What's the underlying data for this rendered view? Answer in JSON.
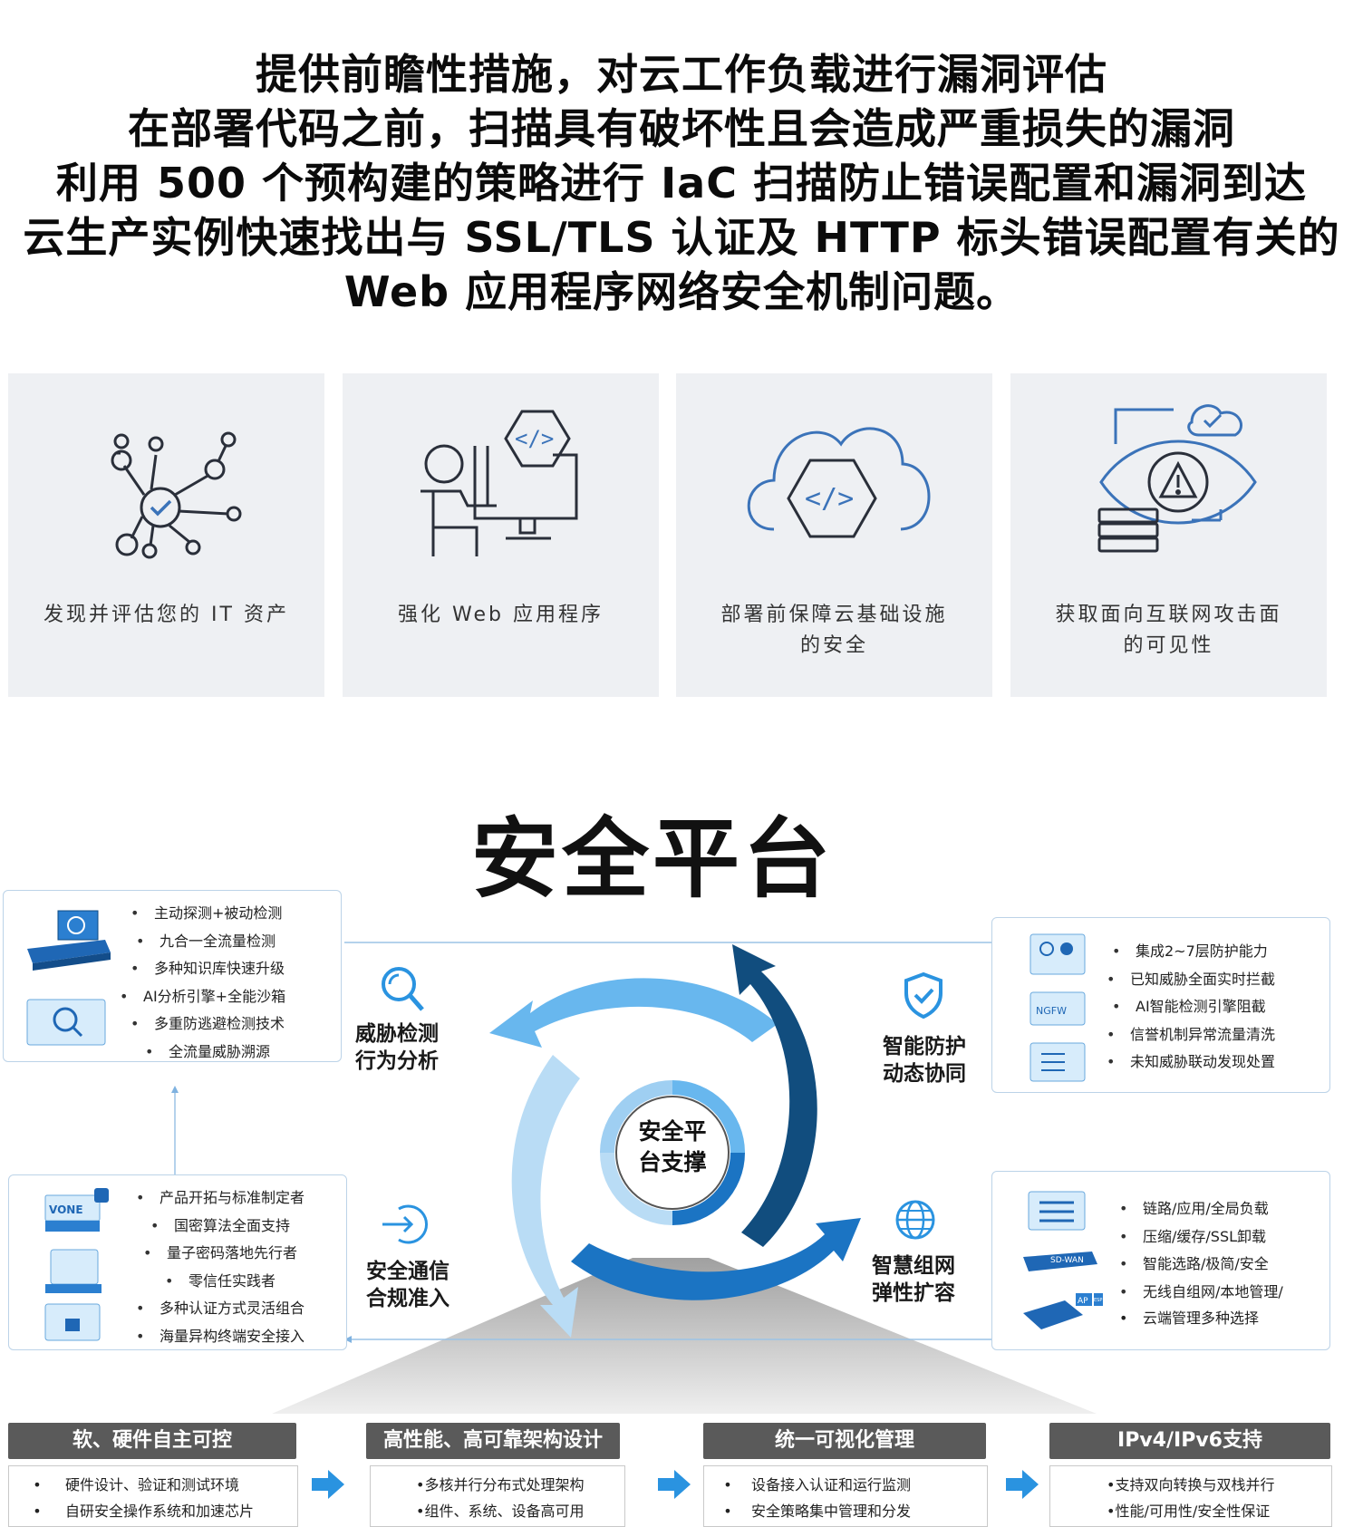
{
  "intro": {
    "lines": [
      "提供前瞻性措施，对云工作负载进行漏洞评估",
      "在部署代码之前，扫描具有破坏性且会造成严重损失的漏洞",
      "利用 500 个预构建的策略进行 IaC 扫描防止错误配置和漏洞到达",
      "云生产实例快速找出与 SSL/TLS 认证及 HTTP 标头错误配置有关的",
      "Web 应用程序网络安全机制问题。"
    ]
  },
  "cards": [
    {
      "line1": "发现并评估您的 IT 资产",
      "line2": "",
      "icon": "network-check-icon"
    },
    {
      "line1": "强化 Web 应用程序",
      "line2": "",
      "icon": "developer-code-icon"
    },
    {
      "line1": "部署前保障云基础设施",
      "line2": "的安全",
      "icon": "cloud-code-icon"
    },
    {
      "line1": "获取面向互联网攻击面",
      "line2": "的可见性",
      "icon": "eye-warning-icon"
    }
  ],
  "platform": {
    "title": "安全平台",
    "center": [
      "安全平",
      "台支撑"
    ],
    "colors": {
      "dark_blue": "#114d7e",
      "mid_blue": "#1b74c3",
      "light_blue": "#68b7ee",
      "pale_blue": "#b9dcf5"
    }
  },
  "threat": {
    "label": [
      "威胁检测",
      "行为分析"
    ],
    "items": [
      "主动探测+被动检测",
      "九合一全流量检测",
      "多种知识库快速升级",
      "AI分析引擎+全能沙箱",
      "多重防逃避检测技术",
      "全流量威胁溯源"
    ]
  },
  "defense": {
    "label": [
      "智能防护",
      "动态协同"
    ],
    "items": [
      "集成2~7层防护能力",
      "已知威胁全面实时拦截",
      "AI智能检测引擎阻截",
      "信誉机制异常流量清洗",
      "未知威胁联动发现处置"
    ],
    "device_text": "NGFW"
  },
  "access": {
    "label": [
      "安全通信",
      "合规准入"
    ],
    "items": [
      "产品开拓与标准制定者",
      "国密算法全面支持",
      "量子密码落地先行者",
      "零信任实践者",
      "多种认证方式灵活组合",
      "海量异构终端安全接入"
    ],
    "device_text": "VONE"
  },
  "network": {
    "label": [
      "智慧组网",
      "弹性扩容"
    ],
    "items": [
      "链路/应用/全局负载",
      "压缩/缓存/SSL卸载",
      "智能选路/极简/安全",
      "无线自组网/本地管理/"
    ],
    "item_cont": "云端管理多种选择",
    "device_text": "SD-WAN",
    "ap_label": "AP",
    "esp_label": "ESP"
  },
  "pillars": [
    {
      "title": "软、硬件自主可控",
      "items": [
        "硬件设计、验证和测试环境",
        "自研安全操作系统和加速芯片"
      ]
    },
    {
      "title": "高性能、高可靠架构设计",
      "items": [
        "多核并行分布式处理架构",
        "组件、系统、设备高可用"
      ]
    },
    {
      "title": "统一可视化管理",
      "items": [
        "设备接入认证和运行监测",
        "安全策略集中管理和分发"
      ]
    },
    {
      "title": "IPv4/IPv6支持",
      "items": [
        "支持双向转换与双栈并行",
        "性能/可用性/安全性保证"
      ]
    }
  ]
}
